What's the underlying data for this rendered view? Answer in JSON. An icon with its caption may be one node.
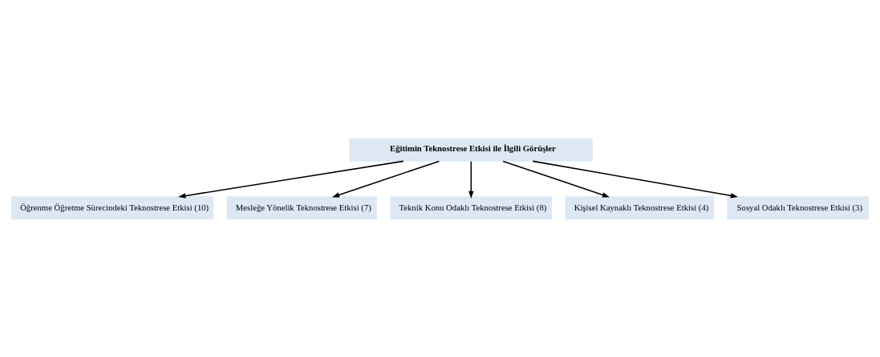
{
  "diagram": {
    "nodes": [
      {
        "text": [
          "Eğitimin Teknostrese Etkisi ile İlgili Görüşler"
        ]
      },
      {
        "text": [
          "Öğrenme Öğretme Sürecindeki Teknostrese Etkisi (10)"
        ]
      },
      {
        "text": [
          "Mesleğe Yönelik Teknostrese Etkisi (7)"
        ]
      },
      {
        "text": [
          "Teknik Konu Odaklı Teknostrese Etkisi (8)"
        ]
      },
      {
        "text": [
          "Kişisel Kaynaklı Teknostrese Etkisi (4)"
        ]
      },
      {
        "text": [
          "Sosyal Odaklı Teknostrese Etkisi (3)"
        ]
      }
    ],
    "edges": [
      {
        "from": 0,
        "to": 1,
        "arrow": "to"
      },
      {
        "from": 0,
        "to": 2,
        "arrow": "to"
      },
      {
        "from": 0,
        "to": 3,
        "arrow": "to"
      },
      {
        "from": 0,
        "to": 4,
        "arrow": "to"
      },
      {
        "from": 0,
        "to": 5,
        "arrow": "to"
      }
    ]
  }
}
